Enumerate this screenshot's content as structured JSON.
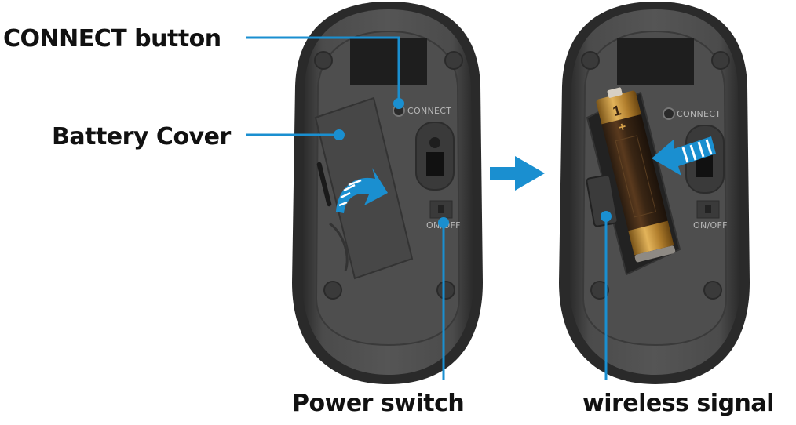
{
  "callouts": {
    "connect_button": "CONNECT button",
    "battery_cover": "Battery Cover",
    "power_switch": "Power switch",
    "wireless_signal": "wireless signal"
  },
  "device_labels": {
    "connect_left": "CONNECT",
    "connect_right": "CONNECT",
    "onoff_left": "ON/OFF",
    "onoff_right": "ON/OFF"
  },
  "battery": {
    "cell_label": "1",
    "plus_sign": "+"
  },
  "colors": {
    "accent": "#1a8fd0",
    "mouse_body": "#4a4a4a",
    "mouse_rim": "#2c2c2c"
  }
}
